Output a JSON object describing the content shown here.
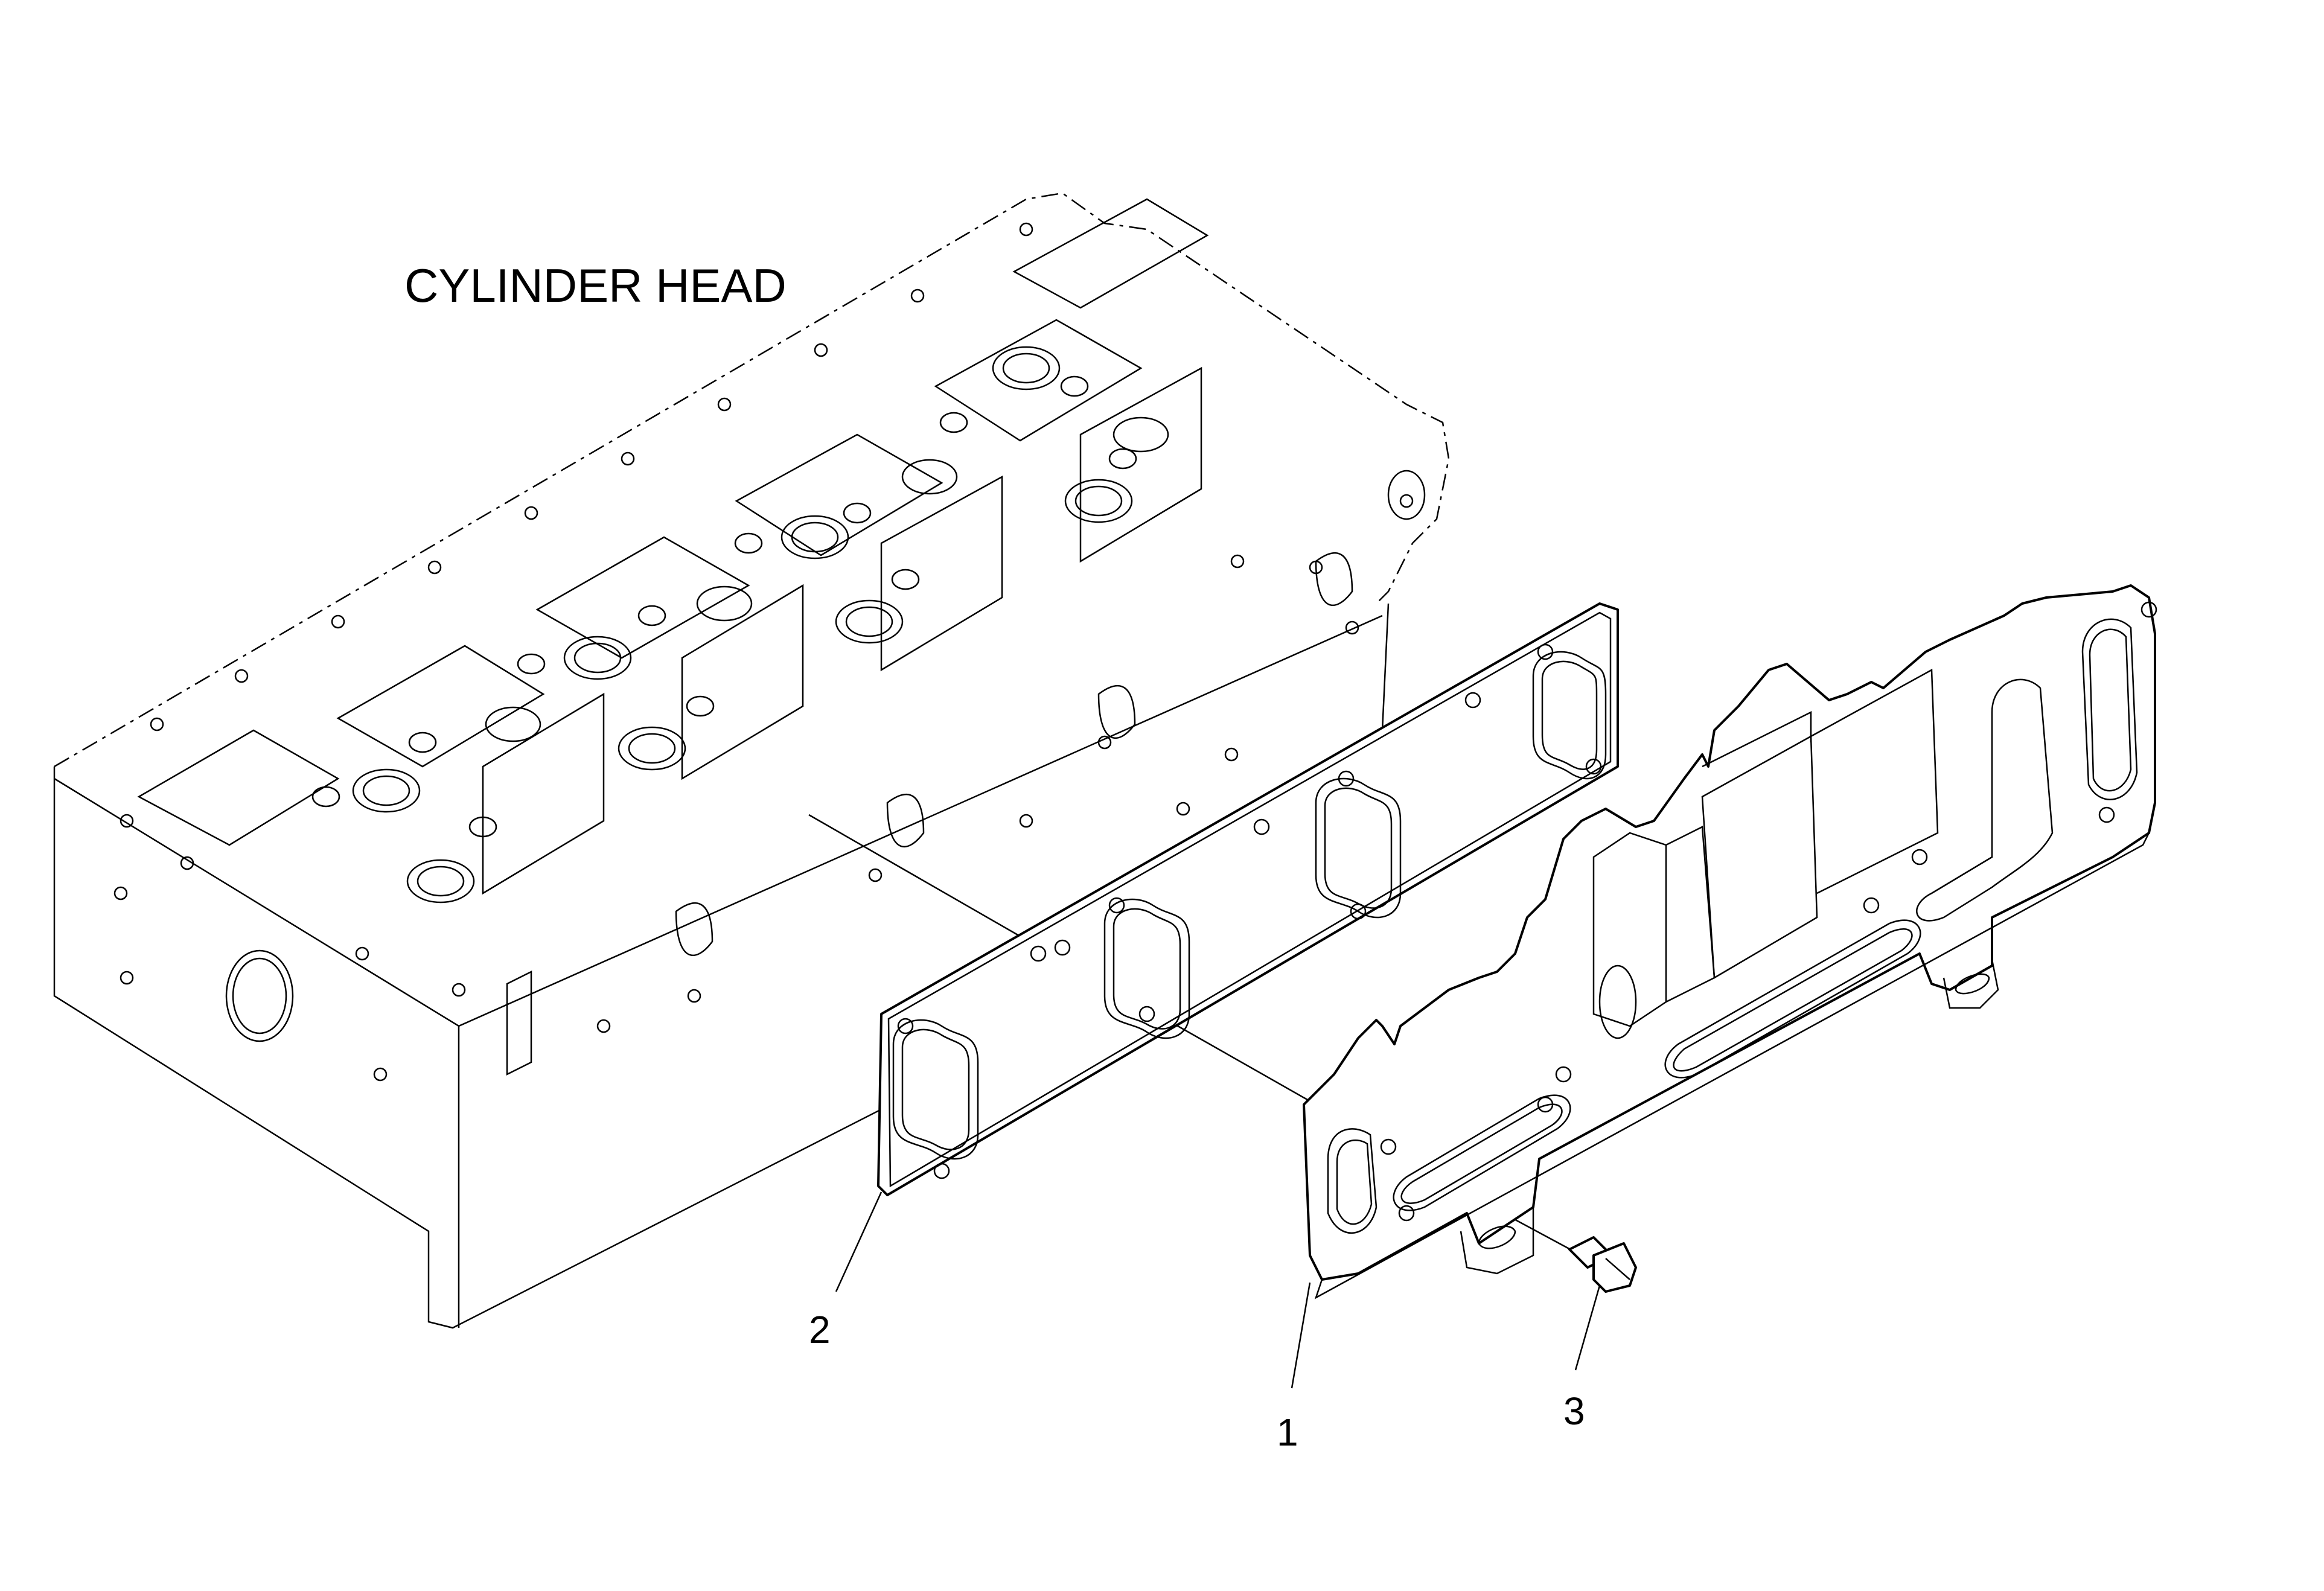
{
  "diagram": {
    "type": "exploded-parts-view",
    "title_label": "CYLINDER HEAD",
    "callouts": [
      {
        "number": "1",
        "part": "exhaust-manifold-heat-shield"
      },
      {
        "number": "2",
        "part": "exhaust-manifold-gasket"
      },
      {
        "number": "3",
        "part": "flange-bolt"
      }
    ],
    "colors": {
      "line": "#000000",
      "background": "#ffffff"
    }
  }
}
